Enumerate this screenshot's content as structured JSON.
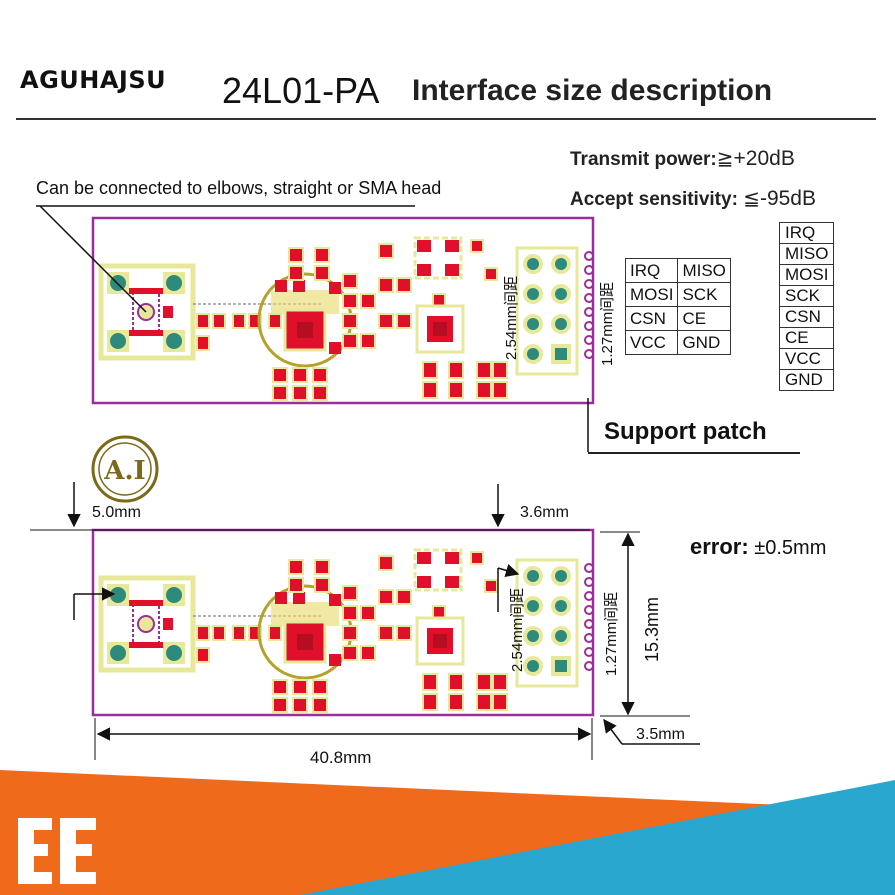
{
  "header": {
    "brand": "AGUHAJSU",
    "model": "24L01-PA",
    "title_rest": "Interface size description"
  },
  "specs": {
    "transmit_label": "Transmit power:",
    "transmit_symbol": "≧",
    "transmit_value": "+20dB",
    "accept_label": "Accept sensitivity:",
    "accept_symbol": "≦",
    "accept_value": "-95dB"
  },
  "callout": "Can be connected to elbows, straight or SMA head",
  "pin_table": [
    [
      "IRQ",
      "MISO"
    ],
    [
      "MOSI",
      "SCK"
    ],
    [
      "CSN",
      "CE"
    ],
    [
      "VCC",
      "GND"
    ]
  ],
  "pin_list": [
    "IRQ",
    "MISO",
    "MOSI",
    "SCK",
    "CSN",
    "CE",
    "VCC",
    "GND"
  ],
  "pitch_labels": {
    "header_pitch": "2.54mm间距",
    "patch_pitch": "1.27mm间距"
  },
  "support_patch": "Support patch",
  "badge_text": "A.I",
  "dimensions": {
    "top_offset": "5.0mm",
    "right_offset": "3.6mm",
    "error_label": "error:",
    "error_value": "±0.5mm",
    "height": "15.3mm",
    "width": "40.8mm",
    "edge": "3.5mm"
  },
  "colors": {
    "board_outline": "#9b2c9b",
    "pad_red": "#e0102a",
    "silk_yellow": "#e8e89a",
    "pad_teal": "#2e8a7a",
    "banner_orange": "#f06a1c",
    "banner_blue": "#2aa7cf"
  }
}
